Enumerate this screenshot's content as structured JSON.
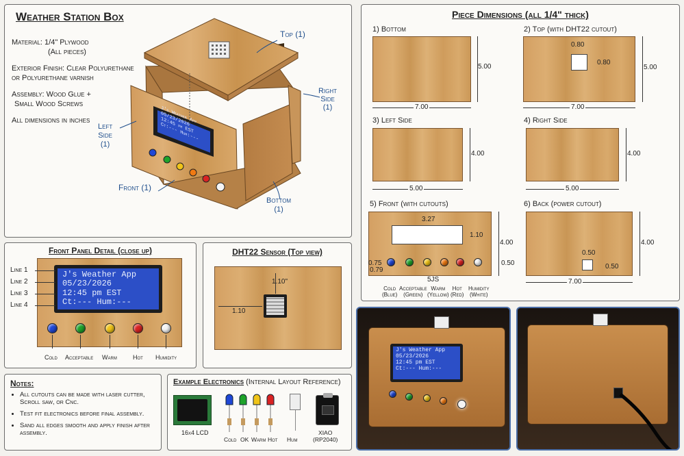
{
  "main": {
    "title": "Weather Station Box",
    "specs": [
      "Material: 1/4\" Plywood",
      "(All pieces)",
      "Exterior Finish: Clear Polyurethane",
      "or Polyurethane varnish",
      "Assembly: Wood Glue +",
      "Small Wood Screws",
      "All dimensions in inches"
    ],
    "callouts": {
      "top": "Top (1)",
      "right_side": [
        "Right",
        "Side",
        "(1)"
      ],
      "left_side": [
        "Left",
        "Side",
        "(1)"
      ],
      "front": "Front (1)",
      "bottom": [
        "Bottom",
        "(1)"
      ]
    }
  },
  "lcd_text": [
    "J's Weather App",
    "05/23/2026",
    "12:45 pm EST",
    "Ct:--- Hum:---"
  ],
  "front_detail": {
    "title": "Front Panel Detail (close up)",
    "line_labels": [
      "Line 1",
      "Line 2",
      "Line 3",
      "Line 4"
    ],
    "lcd_lines": [
      "J's Weather App",
      "05/23/2026",
      "12:45 pm EST",
      "Ct:--- Hum:---"
    ],
    "led_labels": [
      "Cold",
      "Acceptable",
      "Warm",
      "Hot",
      "Humidity"
    ]
  },
  "sensor": {
    "title": "DHT22 Sensor (Top view)",
    "dim_top": "1.10\"",
    "dim_left": "1.10"
  },
  "notes": {
    "title": "Notes:",
    "items": [
      "All cutouts can be made with laser cutter, Scroll saw, or Cnc.",
      "Test fit electronics before final assembly.",
      "Sand all edges smooth and apply finish after assembly."
    ]
  },
  "electronics": {
    "title": "Example Electronics",
    "subtitle": "(Internal Layout Reference)",
    "lcd_label": "16x4 LCD",
    "led_labels": [
      "Cold",
      "OK",
      "Warm",
      "Hot"
    ],
    "sensor_label": "Hum",
    "board_label": [
      "XIAO",
      "(RP2040)"
    ]
  },
  "pieces": {
    "title": "Piece Dimensions (all 1/4\" thick)",
    "bottom": {
      "label": "1) Bottom",
      "w": "7.00",
      "h": "5.00"
    },
    "top": {
      "label": "2) Top (with DHT22 cutout)",
      "w": "7.00",
      "h": "5.00",
      "cut_w": "0.80",
      "cut_h": "0.80"
    },
    "left": {
      "label": "3) Left Side",
      "w": "5.00",
      "h": "4.00"
    },
    "right": {
      "label": "4) Right Side",
      "w": "5.00",
      "h": "4.00"
    },
    "front": {
      "label": "5) Front (with cutouts)",
      "cut_w": "3.27",
      "cut_h": "1.10",
      "h": "4.00",
      "left_a": "0.75",
      "left_b": "0.79",
      "spacing": "5JS",
      "right_off": "0.50",
      "led_labels": [
        [
          "Cold",
          "(Blue)"
        ],
        [
          "Acceptable",
          "(Green)"
        ],
        [
          "Warm",
          "(Yellow)"
        ],
        [
          "Hot",
          "(Red)"
        ],
        [
          "Humidity",
          "(White)"
        ]
      ]
    },
    "back": {
      "label": "6) Back (power cutout)",
      "w": "7.00",
      "h": "4.00",
      "cut_w": "0.50",
      "cut_h": "0.50"
    }
  },
  "colors": {
    "led_blue": "#1f47d6",
    "led_green": "#1ea32a",
    "led_yellow": "#f0c419",
    "led_orange": "#f07a12",
    "led_red": "#d92323",
    "led_white": "#f4f4f4",
    "lcd_blue": "#2c4fc7",
    "wood": "#d4a063"
  }
}
